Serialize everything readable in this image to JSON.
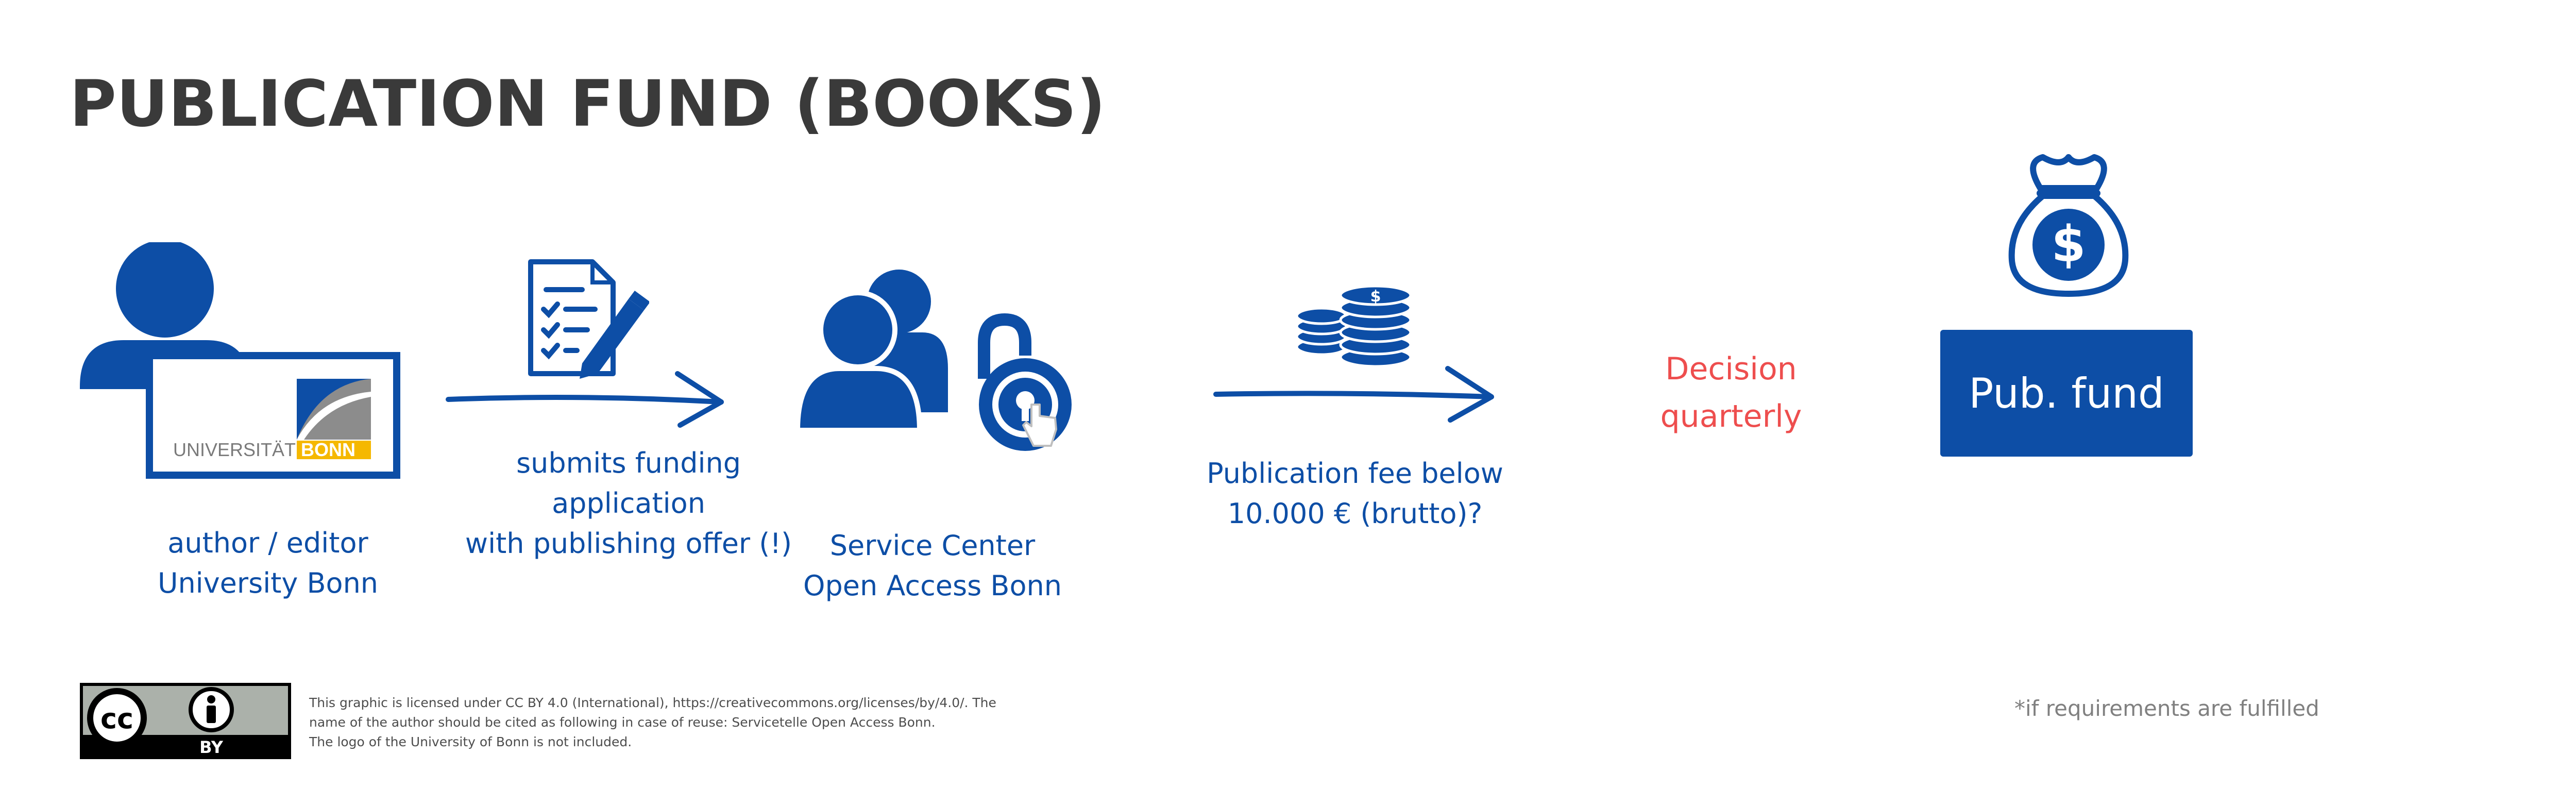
{
  "title": "PUBLICATION FUND (BOOKS)",
  "author": {
    "line1": "author / editor",
    "line2": "University Bonn",
    "logo_text_1": "UNIVERSITÄT",
    "logo_text_2": "BONN"
  },
  "step1": {
    "line1": "submits funding",
    "line2": "application",
    "line3": "with publishing offer (!)"
  },
  "service_center": {
    "line1": "Service Center",
    "line2": "Open Access Bonn"
  },
  "fee": {
    "line1": "Publication fee below",
    "line2": "10.000 € (brutto)?"
  },
  "decision": {
    "line1": "Decision",
    "line2": "quarterly"
  },
  "pub_fund": {
    "label": "Pub. fund"
  },
  "license": {
    "cc_label": "BY",
    "line1": "This graphic is licensed under CC BY 4.0 (International), https://creativecommons.org/licenses/by/4.0/. The",
    "line2": "name of the author should be cited as following in case of reuse: Servicetelle Open Access Bonn.",
    "line3": "The logo of the University of Bonn is not included."
  },
  "footnote": "*if requirements are fulfilled",
  "colors": {
    "blue": "#0d4ea6",
    "red": "#ee4e4e",
    "title": "#3a3a3a",
    "gray": "#808080"
  },
  "icons": [
    "person-icon",
    "document-pen-icon",
    "group-icon",
    "open-lock-icon",
    "coins-icon",
    "money-bag-icon",
    "cc-icon",
    "attribution-icon"
  ]
}
